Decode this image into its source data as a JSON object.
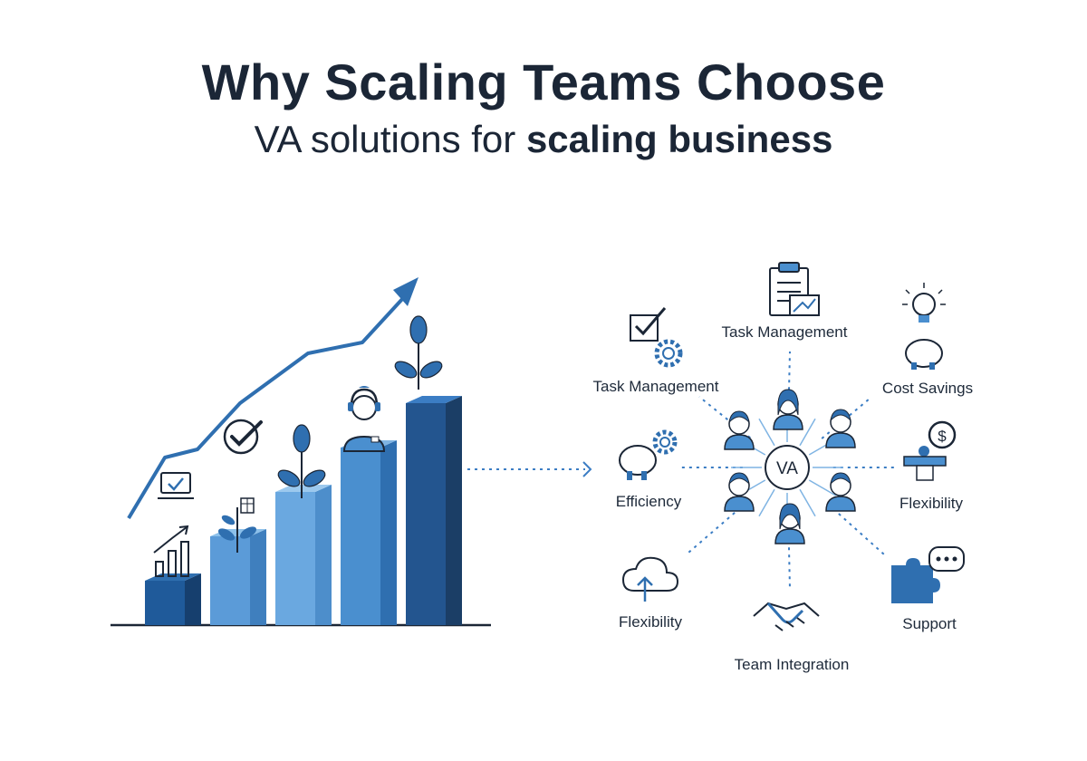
{
  "header": {
    "title": "Why Scaling Teams Choose",
    "subtitle_light": "VA solutions for ",
    "subtitle_bold": "scaling business"
  },
  "hub": {
    "center_label": "VA",
    "features": [
      {
        "label": "Task Management",
        "icon": "clipboard-chart-icon"
      },
      {
        "label": "Task Management",
        "icon": "checkbox-gear-icon"
      },
      {
        "label": "Cost Savings",
        "icon": "lightbulb-piggybank-icon"
      },
      {
        "label": "Efficiency",
        "icon": "piggybank-gear-icon"
      },
      {
        "label": "Flexibility",
        "icon": "coin-podium-icon"
      },
      {
        "label": "Flexibility",
        "icon": "cloud-upload-icon"
      },
      {
        "label": "Support",
        "icon": "puzzle-chat-icon"
      },
      {
        "label": "Team Integration",
        "icon": "handshake-icon"
      }
    ]
  },
  "growth_chart": {
    "bar_levels": [
      1,
      2,
      3,
      4,
      5
    ],
    "icons": [
      "bar-chart-icon",
      "plant-icon",
      "sprout-icon",
      "sprout-icon",
      "sprout-icon",
      "checkmark-icon",
      "monitor-check-icon",
      "headset-agent-icon"
    ]
  },
  "colors": {
    "dark_navy": "#1b2636",
    "primary_blue": "#2f6fb0",
    "mid_blue": "#4a8fcf",
    "light_blue": "#7fb4e3",
    "accent": "#3b7dc4"
  }
}
